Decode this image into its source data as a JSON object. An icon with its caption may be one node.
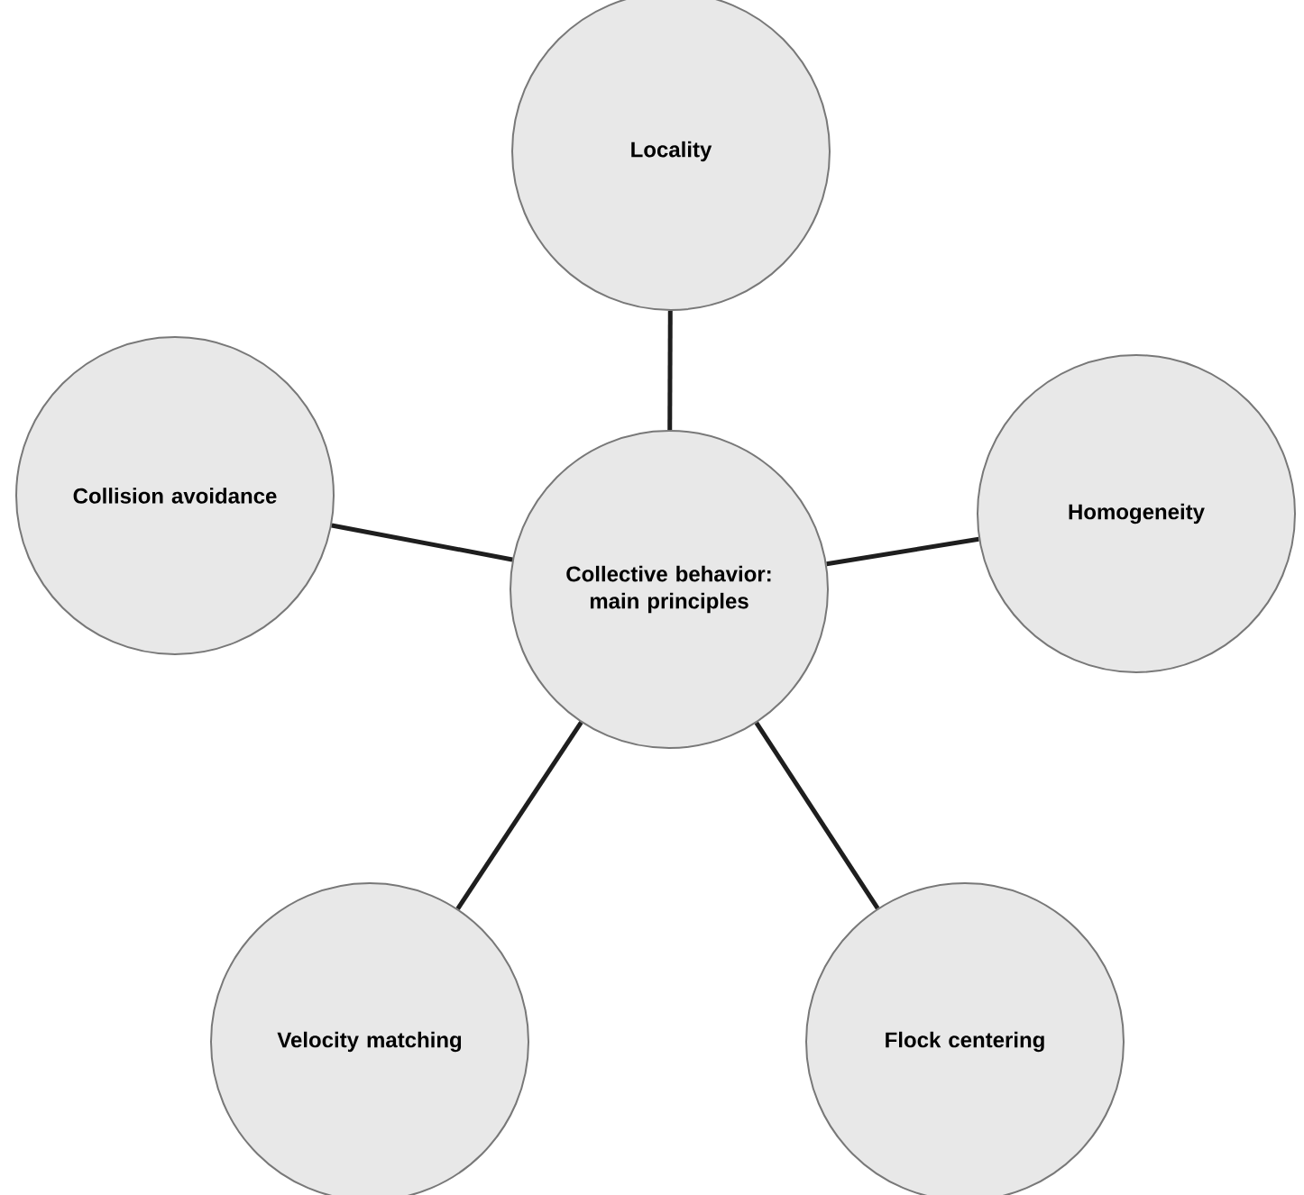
{
  "diagram": {
    "nodes": [
      {
        "text": [
          "Locality"
        ]
      },
      {
        "text": [
          "Collision avoidance"
        ]
      },
      {
        "text": [
          "Homogeneity"
        ]
      },
      {
        "text": [
          "Collective behavior: main principles"
        ]
      },
      {
        "text": [
          "Velocity matching"
        ]
      },
      {
        "text": [
          "Flock centering"
        ]
      }
    ],
    "edges": [
      {
        "from": 3,
        "to": 0,
        "arrow": "none"
      },
      {
        "from": 3,
        "to": 1,
        "arrow": "none"
      },
      {
        "from": 3,
        "to": 2,
        "arrow": "none"
      },
      {
        "from": 3,
        "to": 4,
        "arrow": "none"
      },
      {
        "from": 3,
        "to": 5,
        "arrow": "none"
      }
    ]
  }
}
